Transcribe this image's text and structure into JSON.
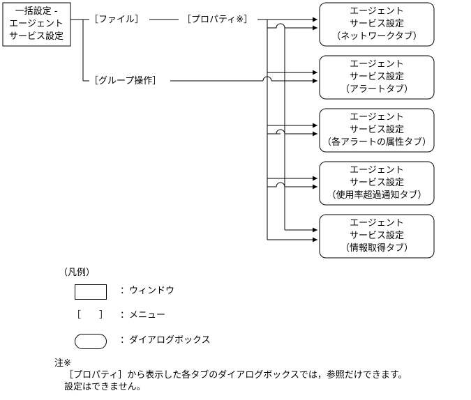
{
  "start_box": {
    "lines": [
      "一括設定 -",
      "エージェント",
      "サービス設定"
    ]
  },
  "menus": {
    "file": "［ファイル］",
    "properties": "［プロパティ※］",
    "group_ops": "［グループ操作］"
  },
  "dialogs": [
    {
      "lines": [
        "エージェント",
        "サービス設定",
        "（ネットワークタブ）"
      ]
    },
    {
      "lines": [
        "エージェント",
        "サービス設定",
        "（アラートタブ）"
      ]
    },
    {
      "lines": [
        "エージェント",
        "サービス設定",
        "（各アラートの属性タブ）"
      ]
    },
    {
      "lines": [
        "エージェント",
        "サービス設定",
        "（使用率超過通知タブ）"
      ]
    },
    {
      "lines": [
        "エージェント",
        "サービス設定",
        "（情報取得タブ）"
      ]
    }
  ],
  "legend": {
    "title": "（凡例）",
    "window_label": "：ウィンドウ",
    "menu_symbol": "［　　］",
    "menu_label": "：メニュー",
    "dialog_label": "：ダイアログボックス"
  },
  "note": {
    "title": "注※",
    "line1": "［プロパティ］から表示した各タブのダイアログボックスでは，参照だけできます。",
    "line2": "設定はできません。"
  }
}
